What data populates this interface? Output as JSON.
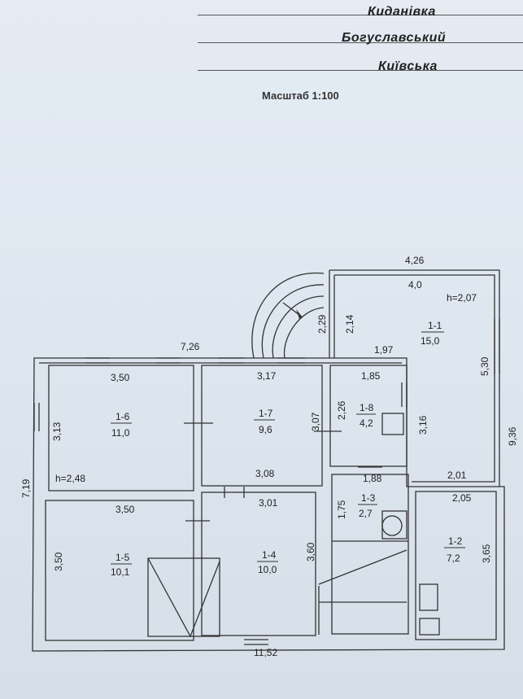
{
  "header": {
    "village": "Киданівка",
    "district": "Богуславський",
    "region": "Київська",
    "scale": "Масштаб 1:100"
  },
  "rooms": [
    {
      "id": "1-1",
      "area": "15,0"
    },
    {
      "id": "1-2",
      "area": "7,2"
    },
    {
      "id": "1-3",
      "area": "2,7"
    },
    {
      "id": "1-4",
      "area": "10,0"
    },
    {
      "id": "1-5",
      "area": "10,1"
    },
    {
      "id": "1-6",
      "area": "11,0"
    },
    {
      "id": "1-7",
      "area": "9,6"
    },
    {
      "id": "1-8",
      "area": "4,2"
    }
  ],
  "dimensions": {
    "top_total": "7,26",
    "bottom_total": "11,52",
    "left_total": "7,19",
    "right_total": "9,36",
    "annex_width_outer": "4,26",
    "annex_width_inner": "4,0",
    "annex_height": "5,30",
    "annex_h": "h=2,07",
    "porch_h1": "2,29",
    "porch_h2": "2,14",
    "r16_width": "3,50",
    "r16_height": "3,13",
    "r16_h": "h=2,48",
    "r17_width_top": "3,17",
    "r17_width_bottom": "3,08",
    "r17_height": "3,07",
    "r18_top_outer": "1,97",
    "r18_top_inner": "1,85",
    "r18_bottom": "1,88",
    "r18_height_left": "2,26",
    "r18_height_right": "3,16",
    "r11_bottom_a": "2,01",
    "r11_bottom_b": "2,05",
    "r15_width": "3,50",
    "r15_height": "3,50",
    "r14_width": "3,01",
    "r14_height": "3,60",
    "r13_height": "1,75",
    "r12_height": "3,65"
  }
}
